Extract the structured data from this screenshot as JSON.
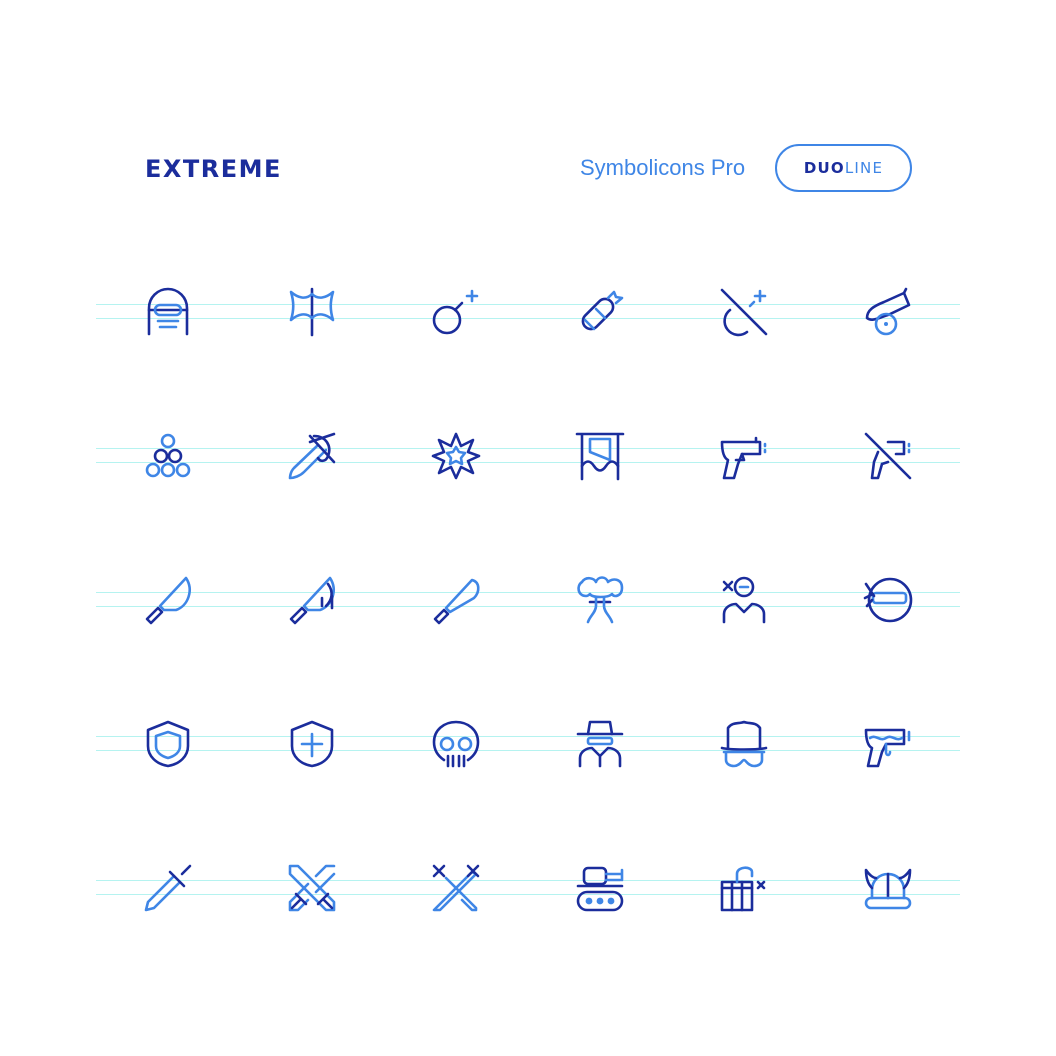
{
  "header": {
    "set_title": "EXTREME",
    "brand": "Symbolicons Pro",
    "badge_part1": "DUO",
    "badge_part2": "LINE"
  },
  "colors": {
    "primary": "#1b2d9c",
    "secondary": "#3f86e6",
    "guide": "#b5f3f0",
    "background": "#ffffff"
  },
  "icon_rows": [
    [
      "balaclava-icon",
      "battle-axe-icon",
      "bomb-icon",
      "dynamite-icon",
      "no-bomb-icon",
      "cannon-icon"
    ],
    [
      "cannonballs-icon",
      "no-knife-icon",
      "explosion-icon",
      "guillotine-icon",
      "pistol-icon",
      "no-gun-icon"
    ],
    [
      "kitchen-knife-icon",
      "bloody-knife-icon",
      "machete-icon",
      "mushroom-cloud-icon",
      "dead-person-icon",
      "ninja-icon"
    ],
    [
      "shield-icon",
      "shield-cross-icon",
      "skull-icon",
      "spy-icon",
      "spy-disguise-icon",
      "water-pistol-icon"
    ],
    [
      "sword-icon",
      "crossed-swords-icon",
      "crossed-swords-alt-icon",
      "tank-icon",
      "tnt-detonator-icon",
      "viking-helmet-icon"
    ]
  ]
}
